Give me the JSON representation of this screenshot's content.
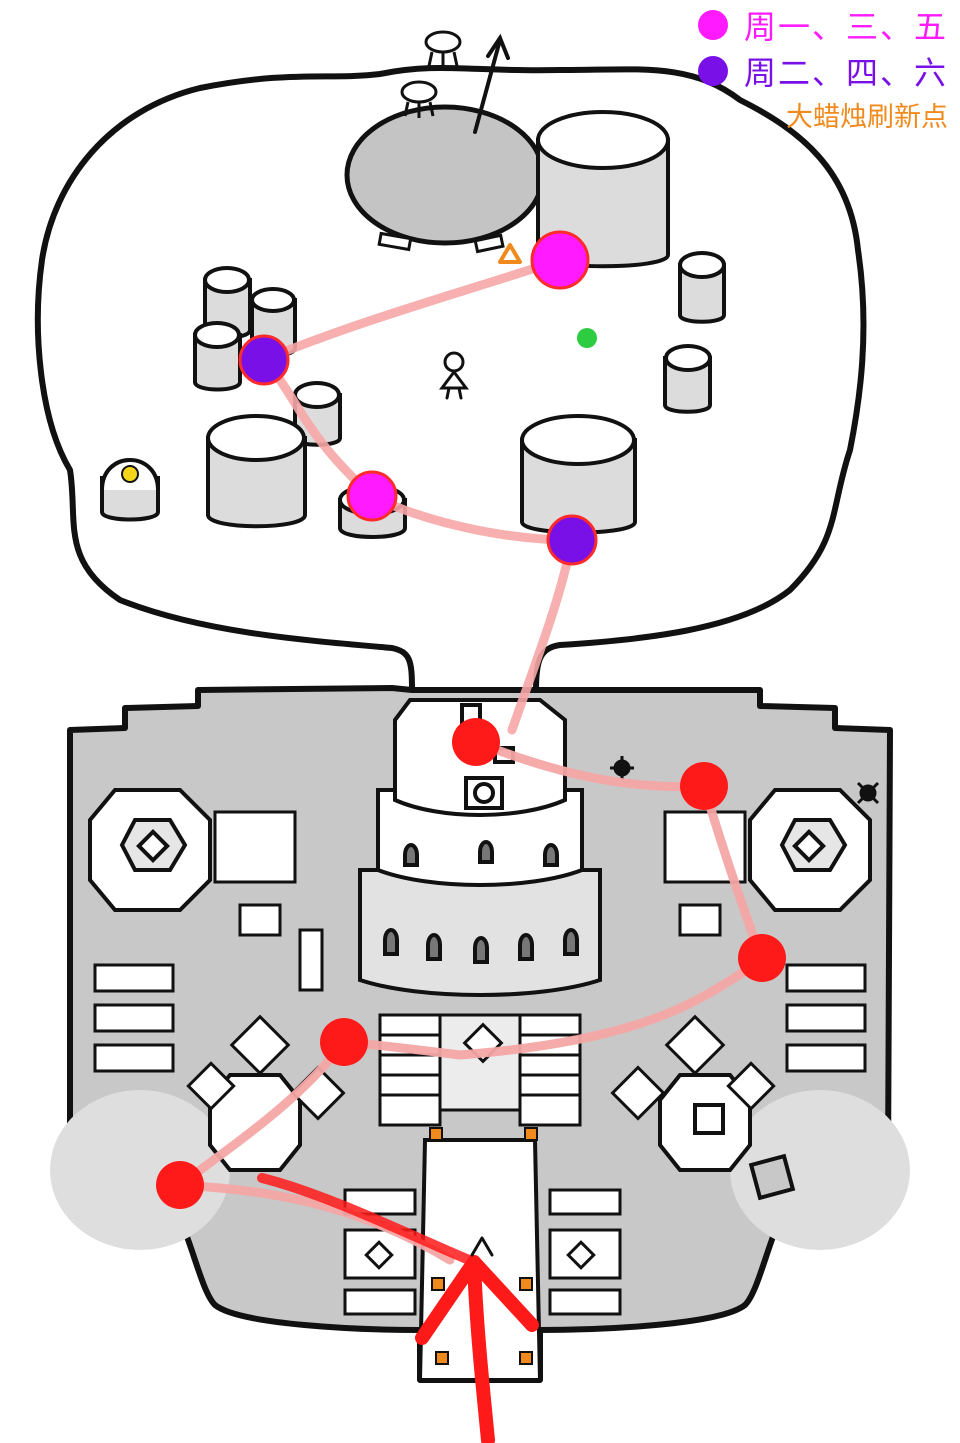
{
  "legend": {
    "mwf_label": "周一、三、五",
    "tts_label": "周二、四、六",
    "candle_label": "大蜡烛刷新点"
  },
  "colors": {
    "mwf": "#ff1aff",
    "tts": "#7a10e8",
    "route": "#ff1a1a",
    "route_faint": "#f6a6a6",
    "candle": "#f08a1c",
    "ground_dark": "#c8c8c8",
    "pillar": "#dcdcdc",
    "spirit": "#2ecc40",
    "light": "#f2d51b"
  },
  "icons": {
    "candle_marker": "triangle-outline-icon",
    "route_stop": "dot-icon",
    "player": "player-figure-icon",
    "direction": "arrow-up-icon"
  }
}
